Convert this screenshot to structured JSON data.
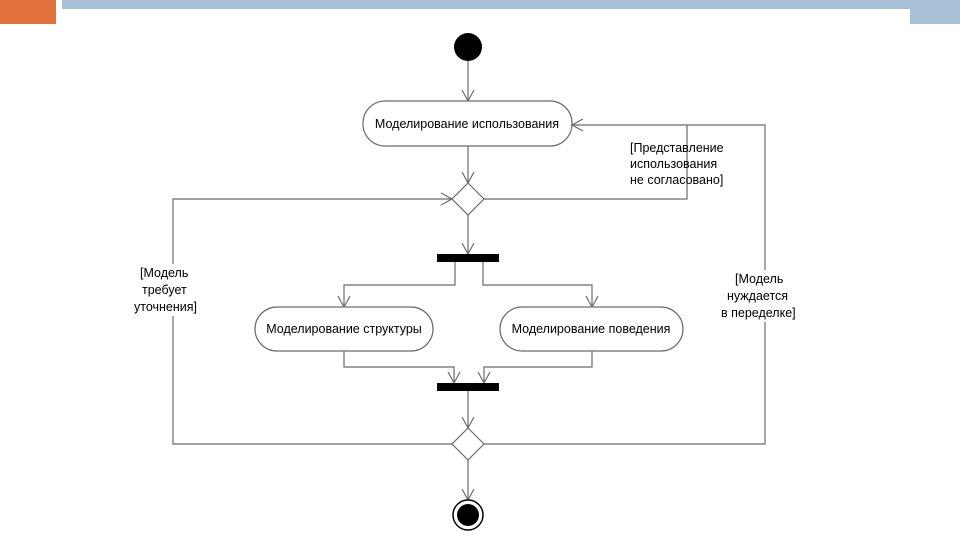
{
  "slide": {
    "accent_colors": {
      "orange": "#e0703c",
      "blue": "#a8c0d6"
    }
  },
  "diagram": {
    "actions": {
      "use_modeling": "Моделирование использования",
      "structure_modeling": "Моделирование структуры",
      "behavior_modeling": "Моделирование поведения"
    },
    "guards": {
      "use_not_agreed": [
        "[Представление",
        "использования",
        "не согласовано]"
      ],
      "model_needs_refinement": [
        "[Модель",
        "требует",
        "уточнения]"
      ],
      "model_needs_rework": [
        "[Модель",
        "нуждается",
        "в переделке]"
      ]
    }
  }
}
